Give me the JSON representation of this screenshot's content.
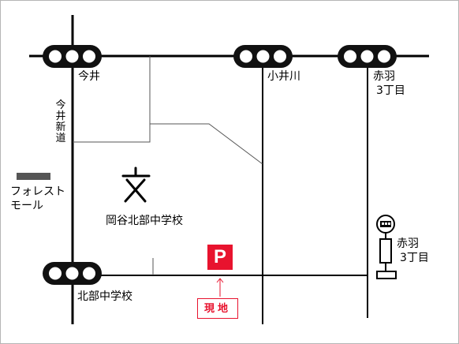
{
  "labels": {
    "imai": "今井",
    "koikawa": "小井川",
    "akabane_3_line1": "赤羽",
    "akabane_3_line2": "3丁目",
    "imai_shindo": [
      "今",
      "井",
      "新",
      "道"
    ],
    "forest_line1": "フォレスト",
    "forest_line2": "モール",
    "school_name": "岡谷北部中学校",
    "hokubu": "北部中学校",
    "bus_akabane_line1": "赤羽",
    "bus_akabane_line2": "3丁目"
  },
  "parking": {
    "label": "P"
  },
  "site": {
    "label": "現地"
  },
  "colors": {
    "site_red": "#e8132e",
    "road": "#000000",
    "thin_road": "#555555",
    "frame": "#b5b5b5",
    "building": "#555555"
  },
  "icons": [
    "traffic-signal-icon",
    "school-symbol-icon",
    "bus-stop-icon",
    "parking-icon",
    "up-arrow-icon"
  ]
}
